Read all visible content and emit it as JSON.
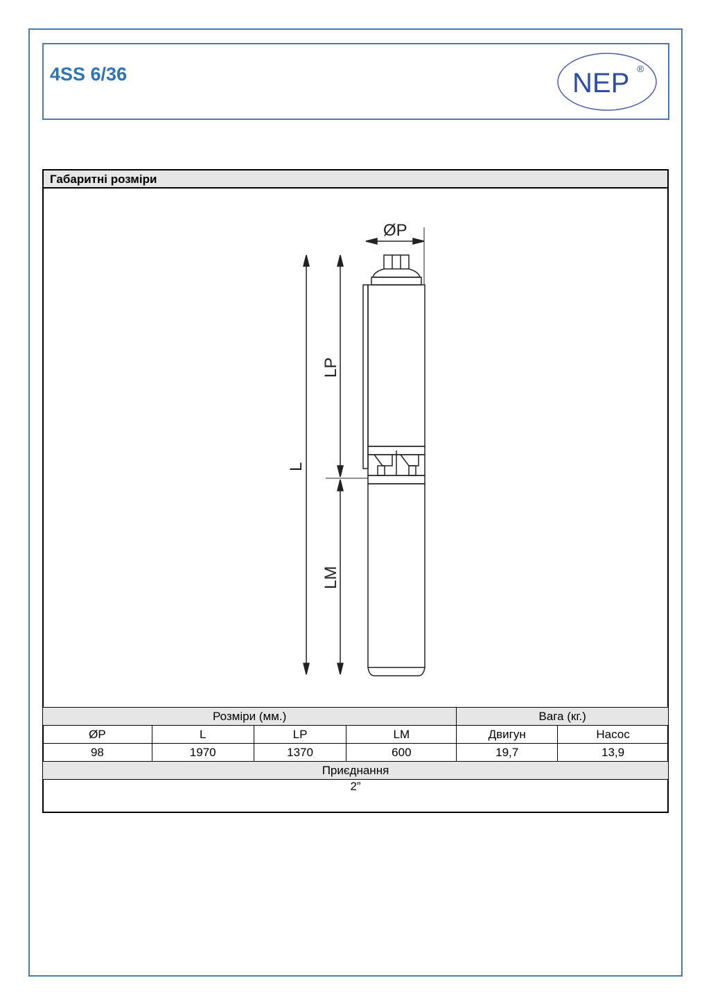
{
  "header": {
    "title": "4SS 6/36",
    "logo_text": "NEP",
    "logo_mark": "®"
  },
  "section": {
    "title": "Габаритні розміри"
  },
  "drawing": {
    "labels": {
      "diameter": "ØP",
      "length": "L",
      "pump_length": "LP",
      "motor_length": "LM"
    }
  },
  "table": {
    "group_dimensions": "Розміри (мм.)",
    "group_weight": "Вага (кг.)",
    "columns": [
      "ØP",
      "L",
      "LP",
      "LM",
      "Двигун",
      "Насос"
    ],
    "values": [
      "98",
      "1970",
      "1370",
      "600",
      "19,7",
      "13,9"
    ],
    "connection_label": "Приєднання",
    "connection_value": "2”"
  }
}
